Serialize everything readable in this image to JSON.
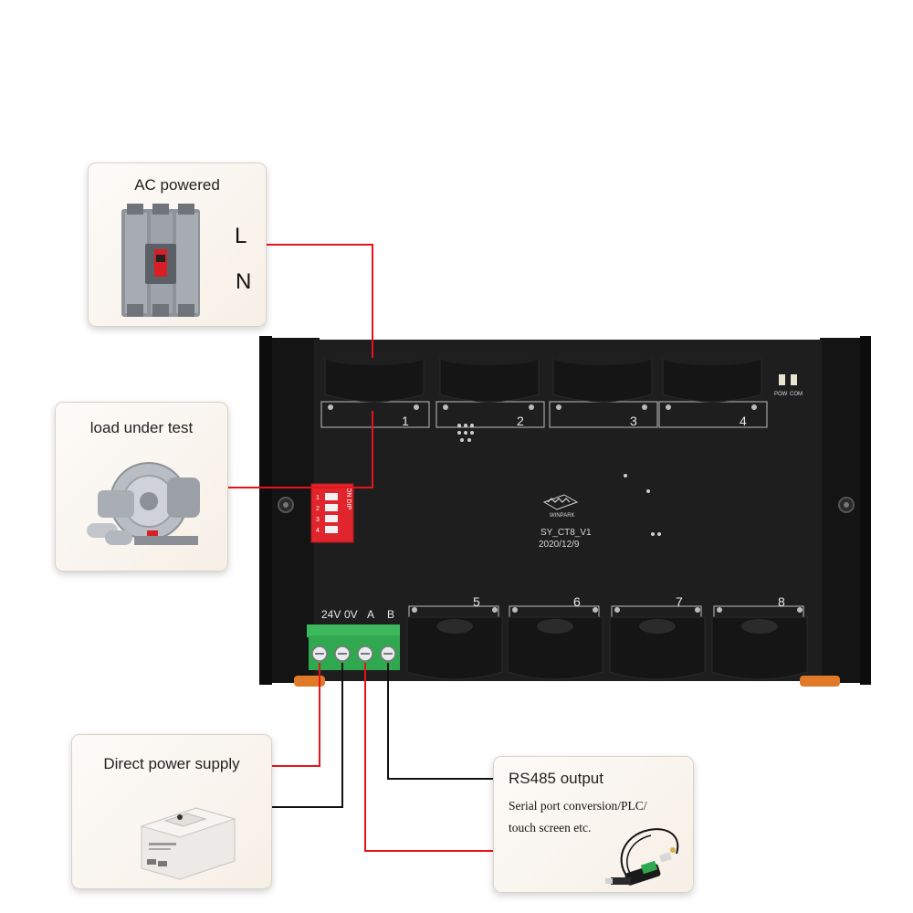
{
  "callouts": {
    "ac_powered": {
      "title": "AC powered",
      "line_label": "L",
      "neutral_label": "N"
    },
    "load": {
      "title": "load under test"
    },
    "power_supply": {
      "title": "Direct power supply"
    },
    "rs485": {
      "title": "RS485 output",
      "subtitle_line1": "Serial port conversion/PLC/",
      "subtitle_line2": "touch screen etc."
    }
  },
  "board": {
    "model": "SY_CT8_V1",
    "date": "2020/12/9",
    "logo_text": "WINPARK",
    "indicators": [
      "POW",
      "COM"
    ],
    "dip_switch": {
      "label": "ON DIP",
      "positions": [
        "1",
        "2",
        "3",
        "4"
      ]
    },
    "channels_top": [
      "1",
      "2",
      "3",
      "4"
    ],
    "channels_bottom": [
      "5",
      "6",
      "7",
      "8"
    ],
    "terminals": [
      "24V",
      "0V",
      "A",
      "B"
    ]
  },
  "colors": {
    "wire_red": "#e8121c",
    "wire_black": "#111111",
    "board": "#1b1b1b",
    "terminal_green": "#2fa84f",
    "dip_red": "#e0262c"
  }
}
